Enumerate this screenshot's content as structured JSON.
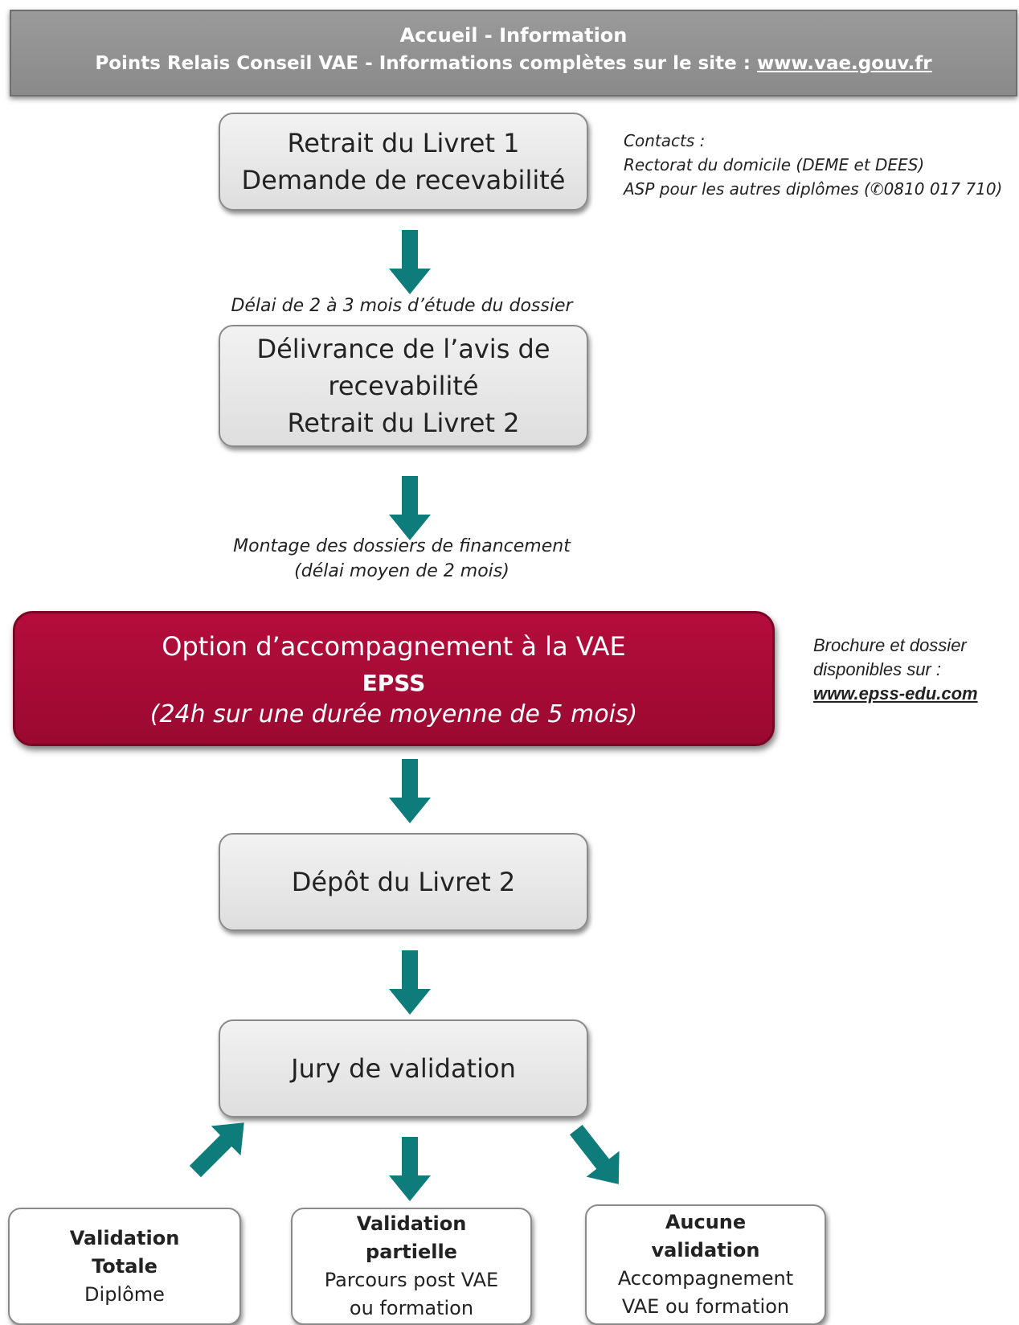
{
  "header": {
    "line1": "Accueil - Information",
    "line2_prefix": "Points Relais Conseil VAE - Informations complètes sur le site : ",
    "line2_link": "www.vae.gouv.fr"
  },
  "step1": {
    "line1": "Retrait du Livret 1",
    "line2": "Demande de recevabilité"
  },
  "contacts": {
    "line1": "Contacts :",
    "line2": "Rectorat du domicile (DEME et DEES)",
    "line3_prefix": "ASP pour les autres diplômes (",
    "phone_icon": "phone-icon",
    "line3_number": "0810 017 710)"
  },
  "delay1": "Délai de 2 à 3 mois d’étude du dossier",
  "step2": {
    "line1": "Délivrance de l’avis de",
    "line2": "recevabilité",
    "line3": "Retrait du Livret 2"
  },
  "funding": {
    "line1": "Montage des dossiers de financement",
    "line2": "(délai moyen de 2 mois)"
  },
  "option": {
    "line1": "Option d’accompagnement à la VAE",
    "line2": "EPSS",
    "line3": "(24h sur une durée moyenne de 5 mois)"
  },
  "brochure": {
    "line1": "Brochure et dossier",
    "line2": "disponibles sur :",
    "link": "www.epss-edu.com"
  },
  "step4": {
    "label": "Dépôt du Livret 2"
  },
  "step5": {
    "label": "Jury de validation"
  },
  "outcomes": [
    {
      "bold1": "Validation",
      "bold2": "Totale",
      "text1": "Diplôme",
      "text2": ""
    },
    {
      "bold1": "Validation",
      "bold2": "partielle",
      "text1": "Parcours post VAE",
      "text2": "ou formation"
    },
    {
      "bold1": "Aucune",
      "bold2": "validation",
      "text1": "Accompagnement",
      "text2": "VAE ou formation"
    }
  ],
  "colors": {
    "arrow": "#0e7c7b",
    "option_box": "#a60a35",
    "header": "#929292"
  }
}
